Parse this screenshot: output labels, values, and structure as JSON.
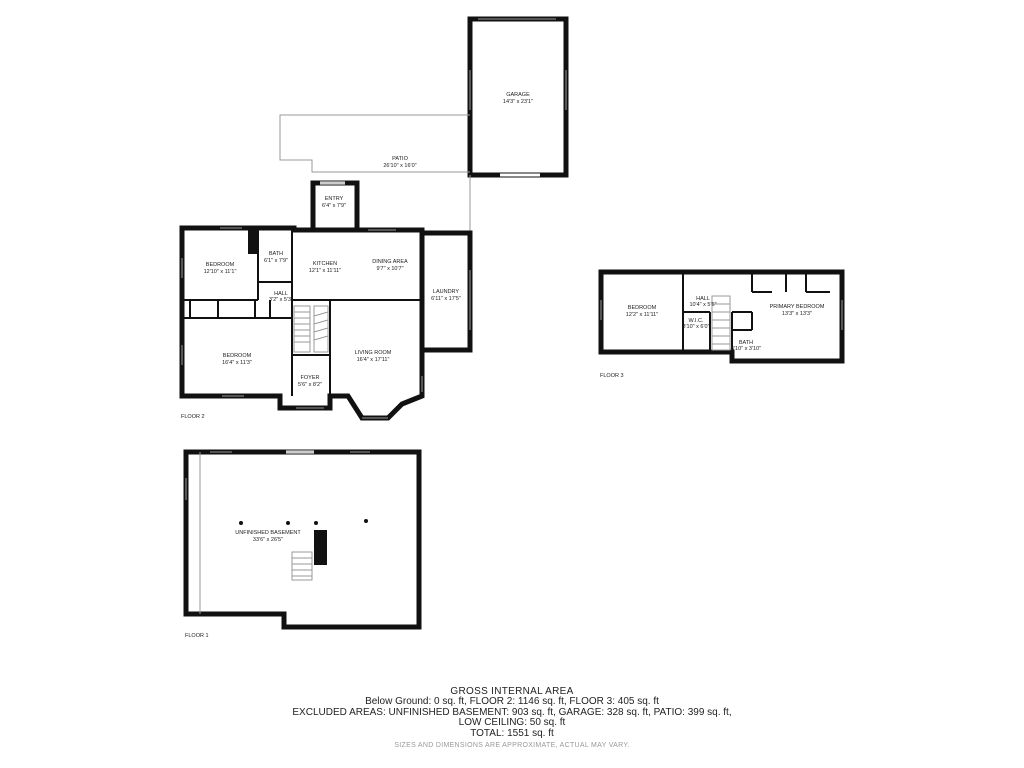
{
  "floor_labels": {
    "floor2": "FLOOR 2",
    "floor3": "FLOOR 3",
    "floor1": "FLOOR 1"
  },
  "rooms": {
    "garage": {
      "name": "GARAGE",
      "dims": "14'3\" x 23'1\""
    },
    "patio": {
      "name": "PATIO",
      "dims": "26'10\" x 16'0\""
    },
    "entry": {
      "name": "ENTRY",
      "dims": "6'4\" x 7'9\""
    },
    "bedroom_f2a": {
      "name": "BEDROOM",
      "dims": "12'10\" x 11'1\""
    },
    "bath_f2": {
      "name": "BATH",
      "dims": "6'1\" x 7'9\""
    },
    "kitchen": {
      "name": "KITCHEN",
      "dims": "12'1\" x 11'11\""
    },
    "dining": {
      "name": "DINING AREA",
      "dims": "9'7\" x 10'7\""
    },
    "laundry": {
      "name": "LAUNDRY",
      "dims": "6'11\" x 17'5\""
    },
    "hall_f2": {
      "name": "HALL",
      "dims": "3'2\" x 5'3\""
    },
    "bedroom_f2b": {
      "name": "BEDROOM",
      "dims": "16'4\" x 11'3\""
    },
    "living": {
      "name": "LIVING ROOM",
      "dims": "16'4\" x 17'11\""
    },
    "foyer": {
      "name": "FOYER",
      "dims": "5'6\" x 8'2\""
    },
    "bedroom_f3": {
      "name": "BEDROOM",
      "dims": "12'2\" x 11'11\""
    },
    "hall_f3": {
      "name": "HALL",
      "dims": "10'4\" x 5'6\""
    },
    "wic": {
      "name": "W.I.C.",
      "dims": "3'10\" x 6'0\""
    },
    "primary": {
      "name": "PRIMARY BEDROOM",
      "dims": "13'3\" x 13'3\""
    },
    "bath_f3": {
      "name": "BATH",
      "dims": "8'10\" x 3'10\""
    },
    "basement": {
      "name": "UNFINISHED BASEMENT",
      "dims": "33'6\" x 26'5\""
    }
  },
  "summary": {
    "title": "GROSS INTERNAL AREA",
    "line1": "Below Ground: 0 sq. ft, FLOOR 2: 1146 sq. ft, FLOOR 3: 405 sq. ft",
    "line2": "EXCLUDED AREAS: UNFINISHED BASEMENT: 903 sq. ft, GARAGE: 328 sq. ft, PATIO: 399 sq. ft,",
    "line3": "LOW CEILING: 50 sq. ft",
    "line4": "TOTAL: 1551 sq. ft",
    "note": "SIZES AND DIMENSIONS ARE APPROXIMATE, ACTUAL MAY VARY."
  }
}
